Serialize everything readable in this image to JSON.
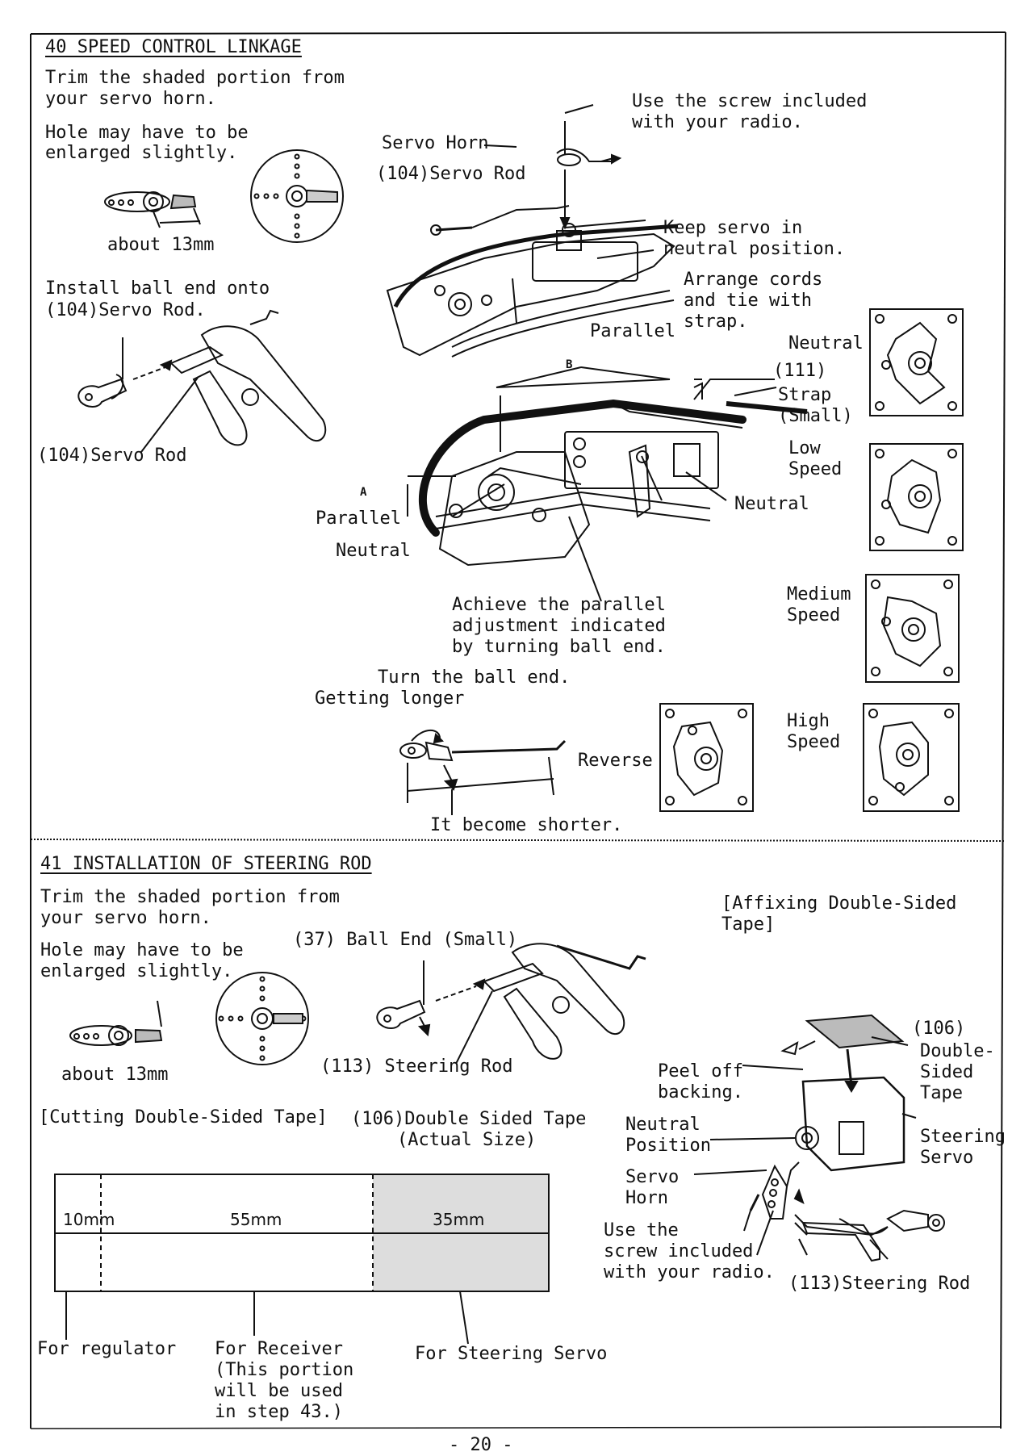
{
  "page_number": "- 20 -",
  "sec40": {
    "heading": "40 SPEED CONTROL LINKAGE",
    "trim_line1": "Trim the shaded portion from",
    "trim_line2": "your servo horn.",
    "hole_line1": "Hole may have to be",
    "hole_line2": "enlarged slightly.",
    "about": "about 13mm",
    "install_line1": "Install ball end onto",
    "install_line2": "Servo Rod.",
    "install_num": "104",
    "servo_rod_num": "104",
    "servo_rod": "Servo Rod",
    "top_servo_horn": "Servo Horn",
    "top_servo_rod_num": "104",
    "top_servo_rod": "Servo Rod",
    "screw_line1": "Use the screw included",
    "screw_line2": "with your radio.",
    "keep_line1": "Keep servo in",
    "keep_line2": "neutral position.",
    "arrange_line1": "Arrange cords",
    "arrange_line2": "and tie with",
    "arrange_line3": "strap.",
    "parallel_top": "Parallel",
    "marker_b": "B",
    "marker_a": "A",
    "parallel_left": "Parallel",
    "neutral_left": "Neutral",
    "neutral_mid": "Neutral",
    "strap_num": "111",
    "strap_line1": "Strap",
    "strap_line2": "(Small)",
    "achieve_line1": "Achieve the parallel",
    "achieve_line2": "adjustment indicated",
    "achieve_line3": "by turning ball end.",
    "turn_line1": "Turn the ball end.",
    "turn_line2": "Getting longer",
    "shorter": "It become shorter.",
    "reverse": "Reverse",
    "pos_neutral": "Neutral",
    "pos_low1": "Low",
    "pos_low2": "Speed",
    "pos_med1": "Medium",
    "pos_med2": "Speed",
    "pos_high1": "High",
    "pos_high2": "Speed"
  },
  "sec41": {
    "heading": "41 INSTALLATION OF STEERING ROD",
    "trim_line1": "Trim the shaded portion from",
    "trim_line2": "your servo horn.",
    "hole_line1": "Hole may have to be",
    "hole_line2": "enlarged slightly.",
    "about": "about  13mm",
    "ball_num": "37",
    "ball_end": "Ball End (Small)",
    "steer_rod_num": "113",
    "steer_rod": "Steering Rod",
    "cutting": "[Cutting Double-Sided Tape]",
    "dst_num": "106",
    "dst_line1": "Double Sided Tape",
    "dst_line2": "(Actual Size)",
    "dim_10": "10mm",
    "dim_55": "55mm",
    "dim_35": "35mm",
    "for_regulator": "For regulator",
    "recv_line1": "For Receiver",
    "recv_line2": "(This portion",
    "recv_line3": "will be used",
    "recv_line4": "in step 43.)",
    "for_steering": "For Steering Servo",
    "affix_line1": "[Affixing Double-Sided",
    "affix_line2": "Tape]",
    "tape_num": "106",
    "tape_line1": "Double-",
    "tape_line2": "Sided",
    "tape_line3": "Tape",
    "peel_line1": "Peel off",
    "peel_line2": "backing.",
    "neutral_line1": "Neutral",
    "neutral_line2": "Position",
    "horn_line1": "Servo",
    "horn_line2": "Horn",
    "steering_line1": "Steering",
    "steering_line2": "Servo",
    "screw_line1": "Use the",
    "screw_line2": "screw included",
    "screw_line3": "with your radio.",
    "rod_num": "113",
    "rod": "Steering Rod"
  }
}
